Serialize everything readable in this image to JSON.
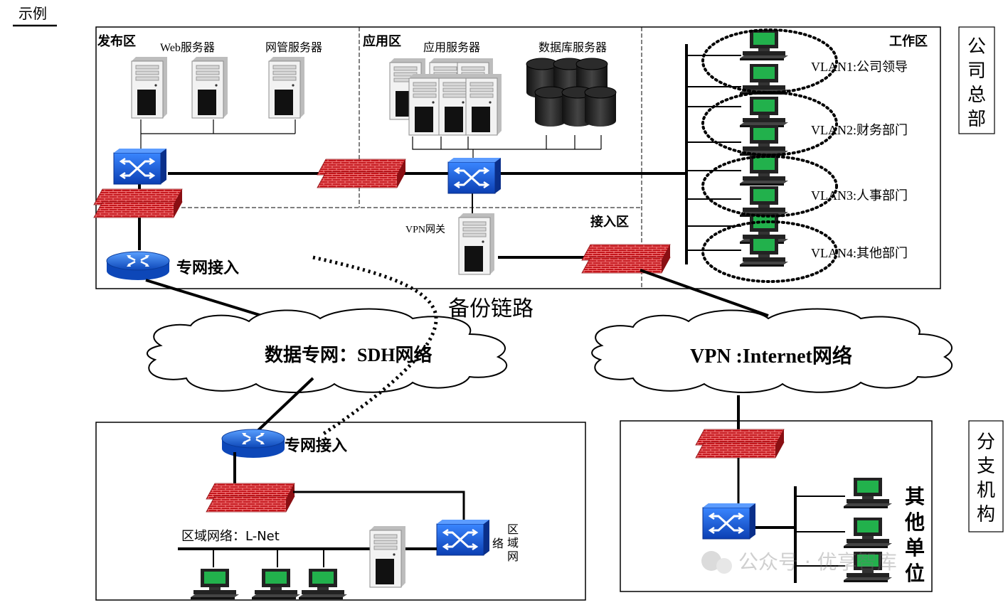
{
  "header": {
    "label": "示例"
  },
  "headquarters": {
    "label": "公司总部",
    "zones": {
      "publish": "发布区",
      "application": "应用区",
      "access": "接入区",
      "work": "工作区"
    },
    "servers": {
      "web": "Web服务器",
      "netmgmt": "网管服务器",
      "app": "应用服务器",
      "db": "数据库服务器",
      "vpn_gateway": "VPN网关"
    },
    "private_access": "专网接入",
    "vlans": [
      "VLAN1:公司领导",
      "VLAN2:财务部门",
      "VLAN3:人事部门",
      "VLAN4:其他部门"
    ]
  },
  "clouds": {
    "sdh": "数据专网：SDH网络",
    "vpn": "VPN :Internet网络",
    "backup": "备份链路"
  },
  "regional": {
    "private_access": "专网接入",
    "lan": "区域网络：L-Net",
    "switch_side_a": "络",
    "switch_side_b": "区\n域\n网"
  },
  "branch": {
    "label": "分支机构",
    "others": "其他单位"
  },
  "watermark": "公众号 · 优享智库",
  "colors": {
    "switch": "#1f5fd6",
    "router": "#2f6ee0",
    "firewall": "#c4161c",
    "screen": "#22b14c",
    "zone_border": "#000000"
  }
}
